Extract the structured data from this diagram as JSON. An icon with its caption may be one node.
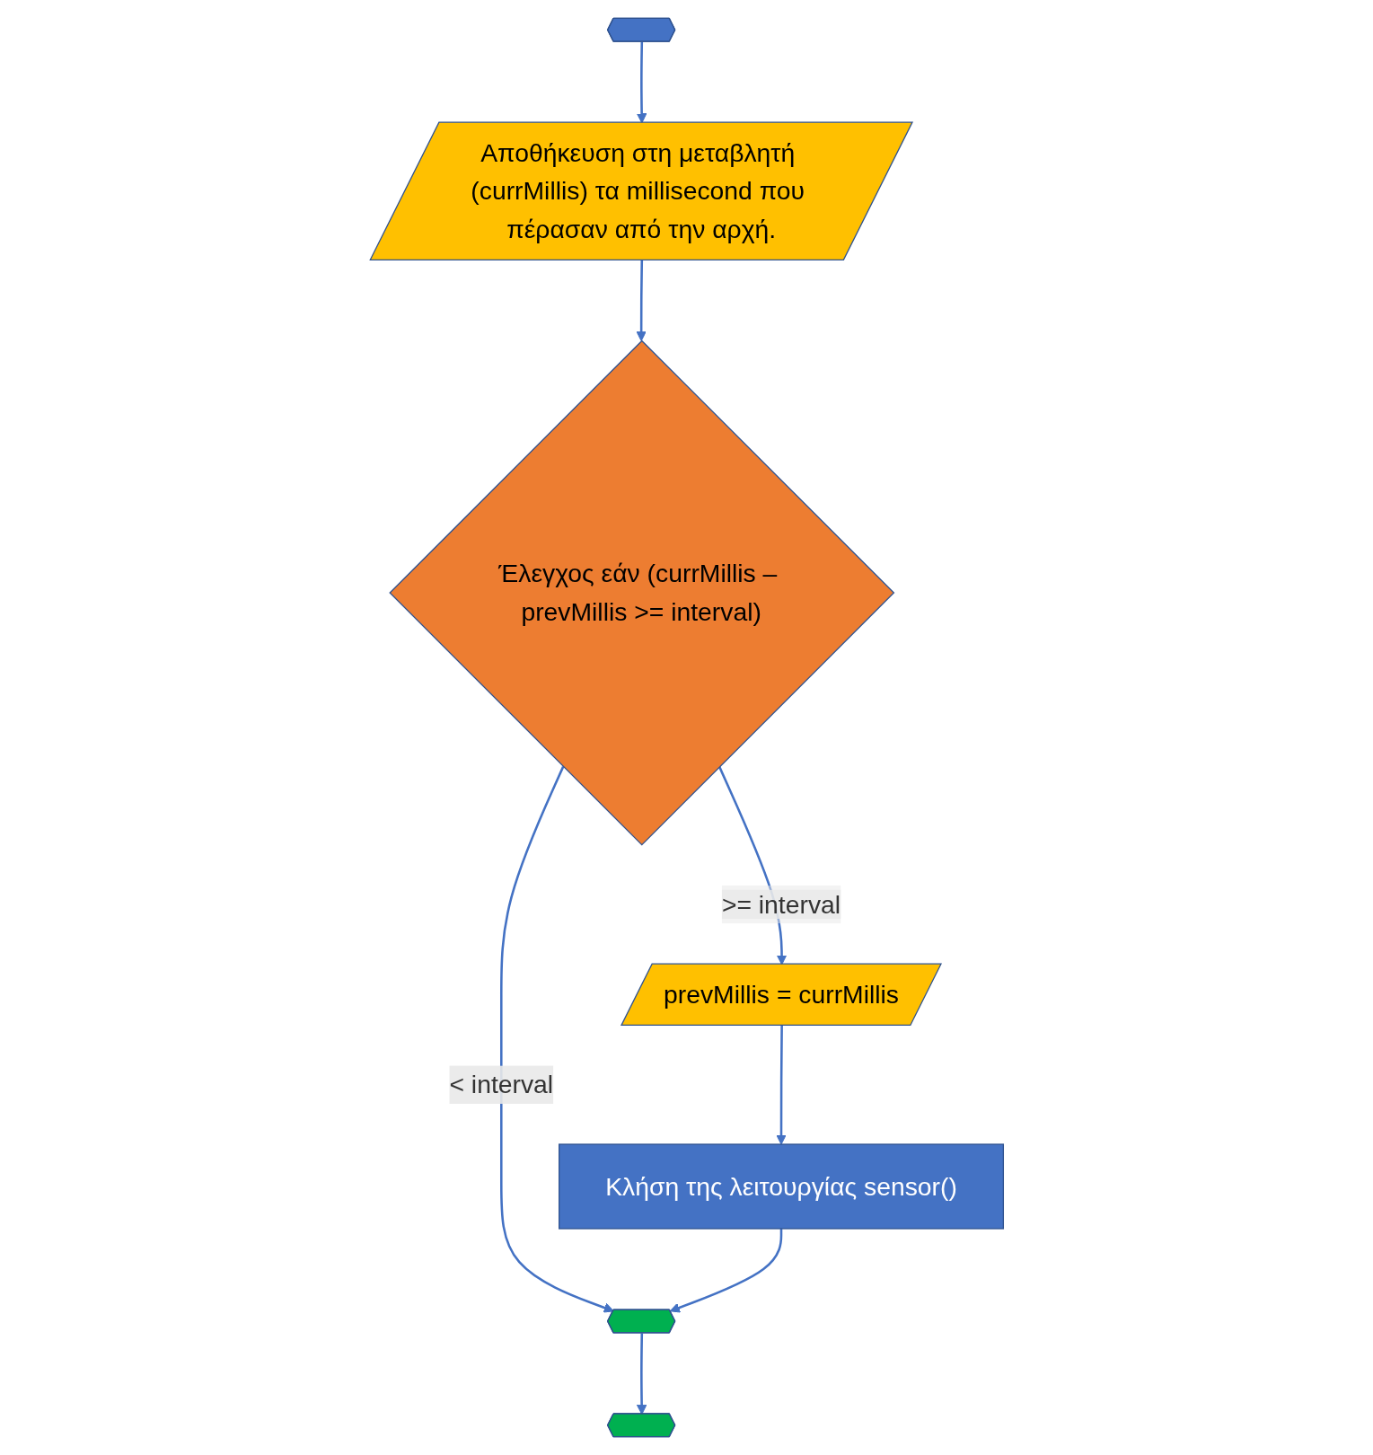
{
  "diagram": {
    "nodes": [
      {
        "text": [],
        "shape": "pentagon"
      },
      {
        "text": [
          "Αποθήκευση στη μεταβλητή (currMillis) τα millisecond που πέρασαν από την αρχή."
        ]
      },
      {
        "text": [
          "Έλεγχος εάν (currMillis – prevMillis >= interval)"
        ]
      },
      {
        "text": [
          "prevMillis = currMillis"
        ]
      },
      {
        "text": [
          "Κλήση της λειτουργίας sensor()"
        ]
      },
      {
        "text": [],
        "shape": "pentagon"
      },
      {
        "text": [],
        "shape": "pentagon"
      }
    ],
    "edges": [
      {
        "from": 0,
        "to": 1,
        "arrow": "to"
      },
      {
        "from": 1,
        "to": 2,
        "arrow": "to"
      },
      {
        "from": 2,
        "to": 3,
        "label": ">= interval",
        "arrow": "to"
      },
      {
        "from": 2,
        "to": 5,
        "label": "< interval",
        "arrow": "to"
      },
      {
        "from": 3,
        "to": 4,
        "arrow": "to"
      },
      {
        "from": 4,
        "to": 5,
        "arrow": "to"
      },
      {
        "from": 5,
        "to": 6,
        "arrow": "to"
      }
    ]
  }
}
